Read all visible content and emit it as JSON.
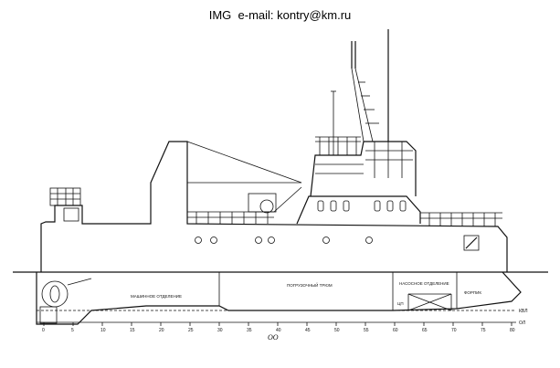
{
  "header": {
    "img_label": "IMG",
    "email_label": "e-mail:",
    "email": "kontry@km.ru"
  },
  "compartments": {
    "engine_room": "МАШИННОЕ ОТДЕЛЕНИЕ",
    "hold": "ПОГРУЗОЧНЫЙ ТРЮМ",
    "pump_room": "НАСОСНОЕ ОТДЕЛЕНИЕ",
    "fore": "ФОРПИК",
    "small": "ЦП"
  },
  "waterline_labels": {
    "upper": "КВЛ",
    "lower": "ОЛ"
  },
  "frame_scale": {
    "labels": [
      "0",
      "5",
      "10",
      "15",
      "20",
      "25",
      "30",
      "35",
      "40",
      "45",
      "50",
      "55",
      "60",
      "65",
      "70",
      "75",
      "80"
    ],
    "midship_mark": "ОО"
  }
}
